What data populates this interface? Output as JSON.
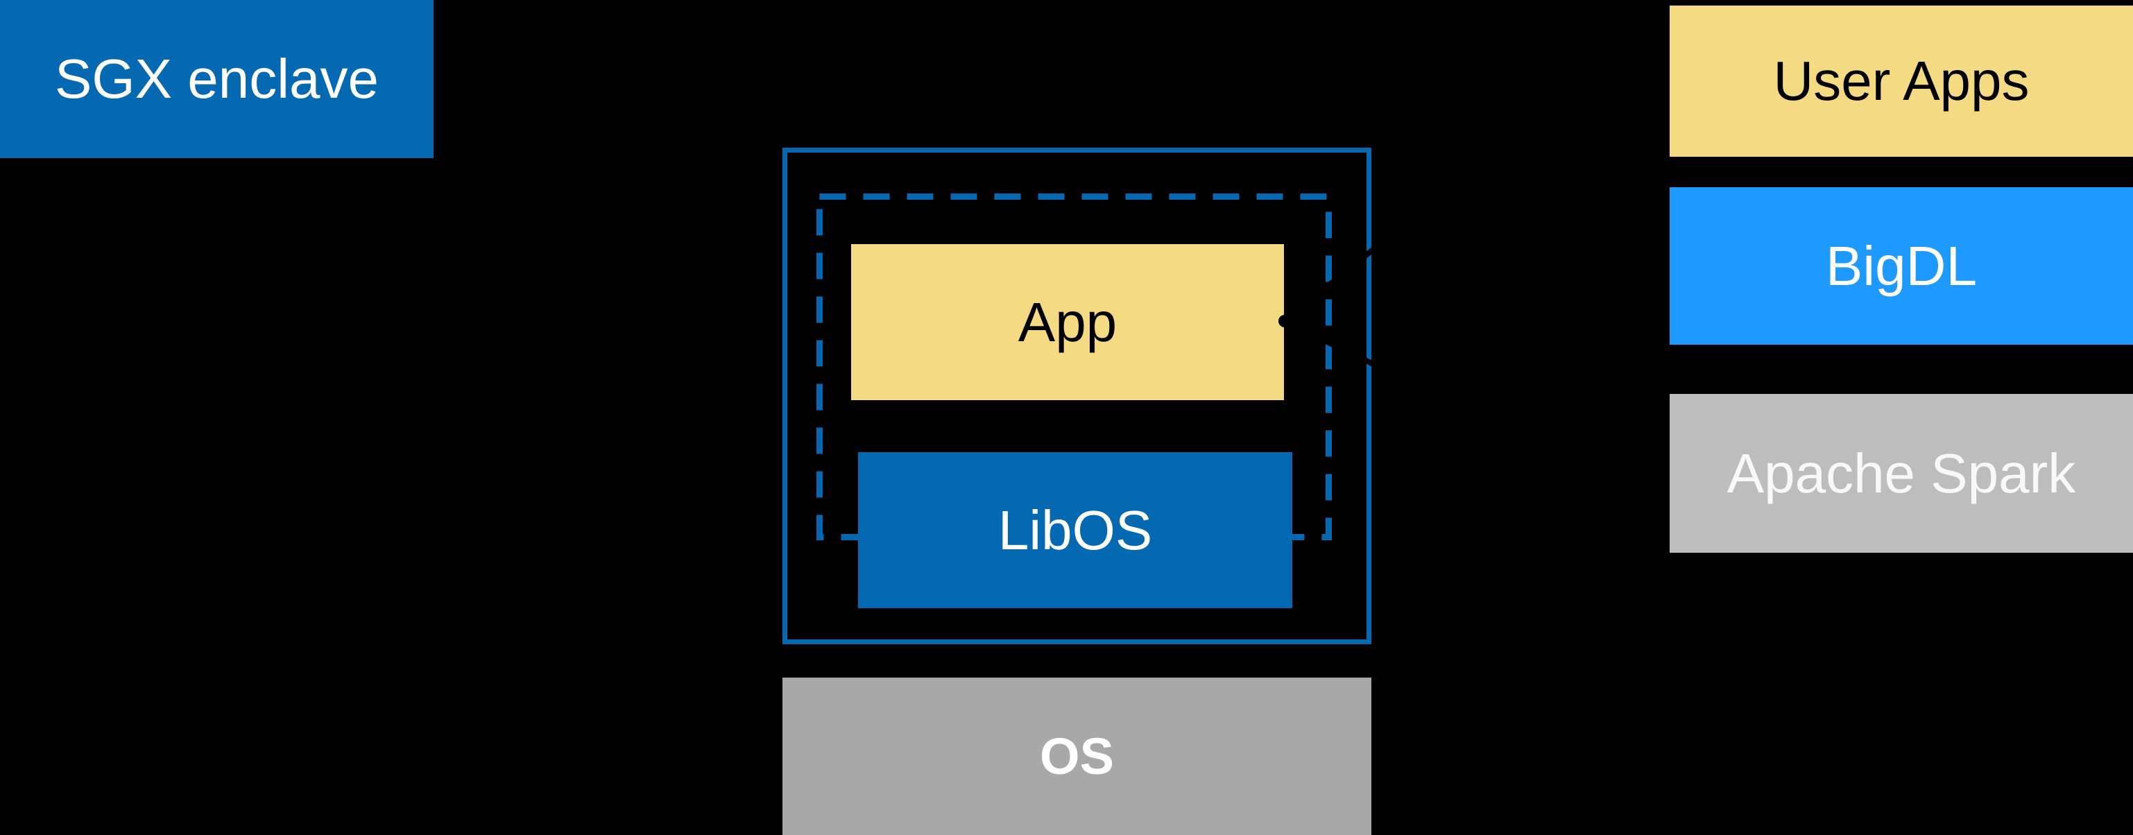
{
  "diagram": {
    "labels": {
      "sgx": "SGX enclave",
      "app": "App",
      "libos": "LibOS",
      "os": "OS",
      "user_apps": "User Apps",
      "bigdl": "BigDL",
      "apache_spark": "Apache Spark"
    },
    "colors": {
      "intel-blue": "#0569B1",
      "bright-blue": "#1E9AFF",
      "yellow": "#F5DA84",
      "gray-os": "#A8A8A8",
      "gray-spark": "#BDBDBD",
      "background": "#000000",
      "text-dark": "#000000",
      "text-light": "#FFFFFF",
      "text-spark": "#F8F8F8",
      "connector-black": "#000000"
    }
  }
}
